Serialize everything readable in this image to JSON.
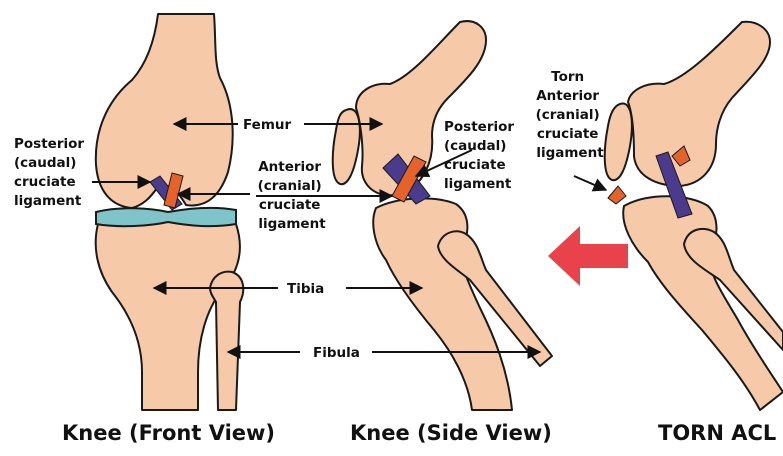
{
  "labels": {
    "femur": "Femur",
    "posterior_front": [
      "Posterior",
      "(caudal)",
      "cruciate",
      "ligament"
    ],
    "anterior_mid": [
      "Anterior",
      "(cranial)",
      "cruciate",
      "ligament"
    ],
    "posterior_side": [
      "Posterior",
      "(caudal)",
      "cruciate",
      "ligament"
    ],
    "torn": [
      "Torn",
      "Anterior",
      "(cranial)",
      "cruciate",
      "ligament"
    ],
    "tibia": "Tibia",
    "fibula": "Fibula"
  },
  "titles": {
    "front": "Knee (Front View)",
    "side": "Knee (Side View)",
    "torn": "TORN ACL"
  },
  "colors": {
    "bone": "#F6C9A8",
    "meniscus": "#7EC4C8",
    "acl": "#E5622A",
    "pcl": "#4B3B8C",
    "alert_arrow": "#E8434A"
  }
}
